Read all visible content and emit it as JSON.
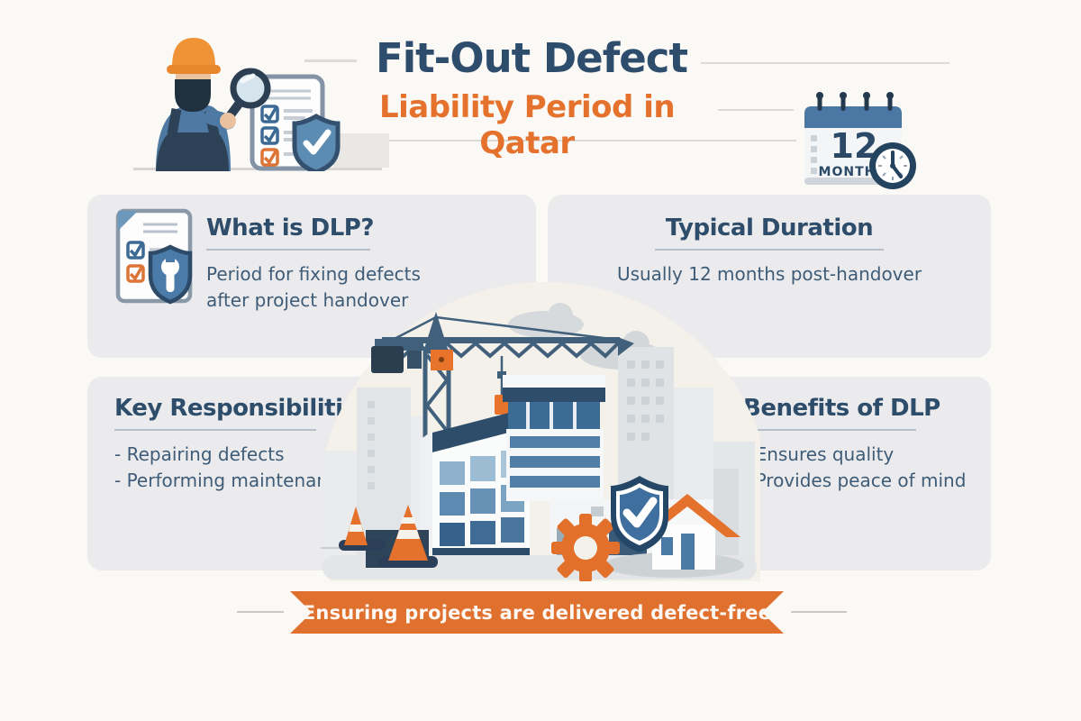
{
  "header": {
    "title_line1": "Fit-Out Defect",
    "title_line2": "Liability Period in Qatar",
    "calendar_badge": {
      "number": "12",
      "unit": "MONTHS"
    }
  },
  "panels": {
    "what_is_dlp": {
      "heading": "What is DLP?",
      "line1": "Period for fixing defects",
      "line2": "after project handover"
    },
    "typical_duration": {
      "heading": "Typical Duration",
      "line1": "Usually 12 months post-handover"
    },
    "key_responsibilities": {
      "heading": "Key Responsibilities",
      "item1": "- Repairing defects",
      "item2": "- Performing maintenance"
    },
    "benefits": {
      "heading": "Benefits of DLP",
      "item1": "- Ensures quality",
      "item2": "- Provides peace of mind"
    }
  },
  "banner": {
    "text": "Ensuring projects are delivered defect-free"
  },
  "colors": {
    "page_bg": "#fbf9f5",
    "panel_bg": "#ebebed",
    "navy": "#2e4d6d",
    "orange": "#e4712c",
    "banner_orange": "#e0702e",
    "body_text": "#3e5c78",
    "illustration_slate": "#41607c",
    "illustration_dome": "#f4f1ea"
  },
  "icons": {
    "worker": "worker-inspector-illustration",
    "magnifier": "magnifier-icon",
    "checklist": "checklist-icon",
    "shield_check": "shield-check-icon",
    "calendar": "calendar-12-months-icon",
    "clock": "clock-icon",
    "doc_shield_wrench": "document-shield-wrench-icon",
    "crane": "tower-crane-icon",
    "cones": "traffic-cone-icon",
    "gear": "gear-icon",
    "house": "house-icon",
    "buildings": "construction-buildings-illustration"
  }
}
